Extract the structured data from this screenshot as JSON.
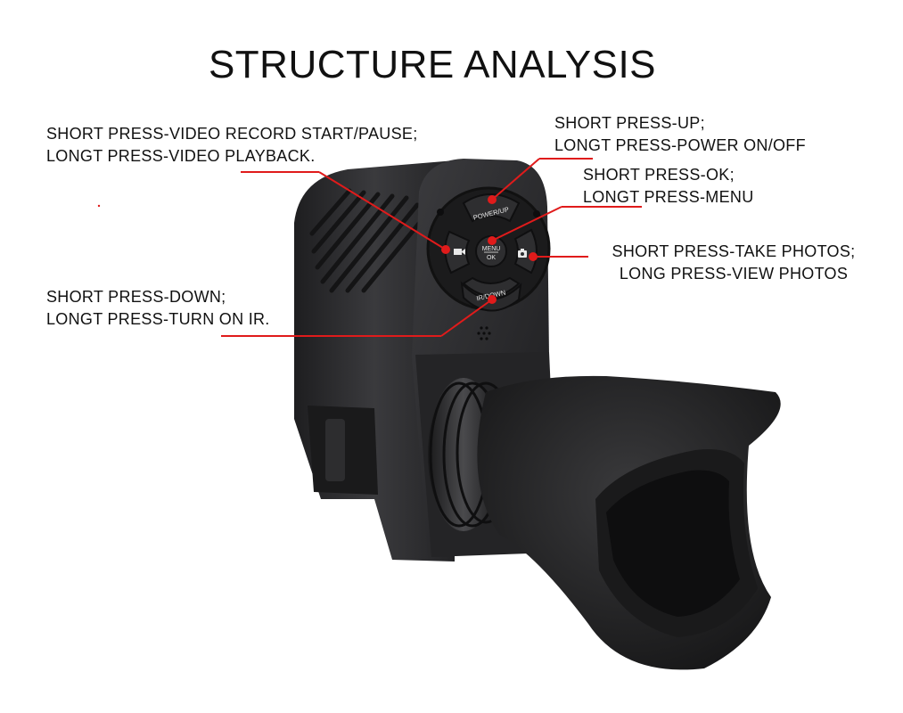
{
  "title": "STRUCTURE ANALYSIS",
  "annotations": {
    "video": {
      "line1": "SHORT PRESS-VIDEO RECORD START/PAUSE;",
      "line2": "LONGT PRESS-VIDEO PLAYBACK."
    },
    "up": {
      "line1": "SHORT PRESS-UP;",
      "line2": "LONGT PRESS-POWER ON/OFF"
    },
    "ok": {
      "line1": "SHORT PRESS-OK;",
      "line2": "LONGT PRESS-MENU"
    },
    "photo": {
      "line1": "SHORT PRESS-TAKE PHOTOS;",
      "line2": "LONG PRESS-VIEW PHOTOS"
    },
    "down": {
      "line1": "SHORT PRESS-DOWN;",
      "line2": "LONGT PRESS-TURN ON IR."
    }
  },
  "device_buttons": {
    "power_up": "POWER/UP",
    "menu": "MENU",
    "ok": "OK",
    "ir_down": "IR/DOWN"
  },
  "icons": {
    "record_button": "video-camera-icon",
    "photo_button": "camera-icon"
  },
  "colors": {
    "leader_line": "#e01b1b",
    "device_body": "#2b2b2d",
    "text": "#111111"
  }
}
